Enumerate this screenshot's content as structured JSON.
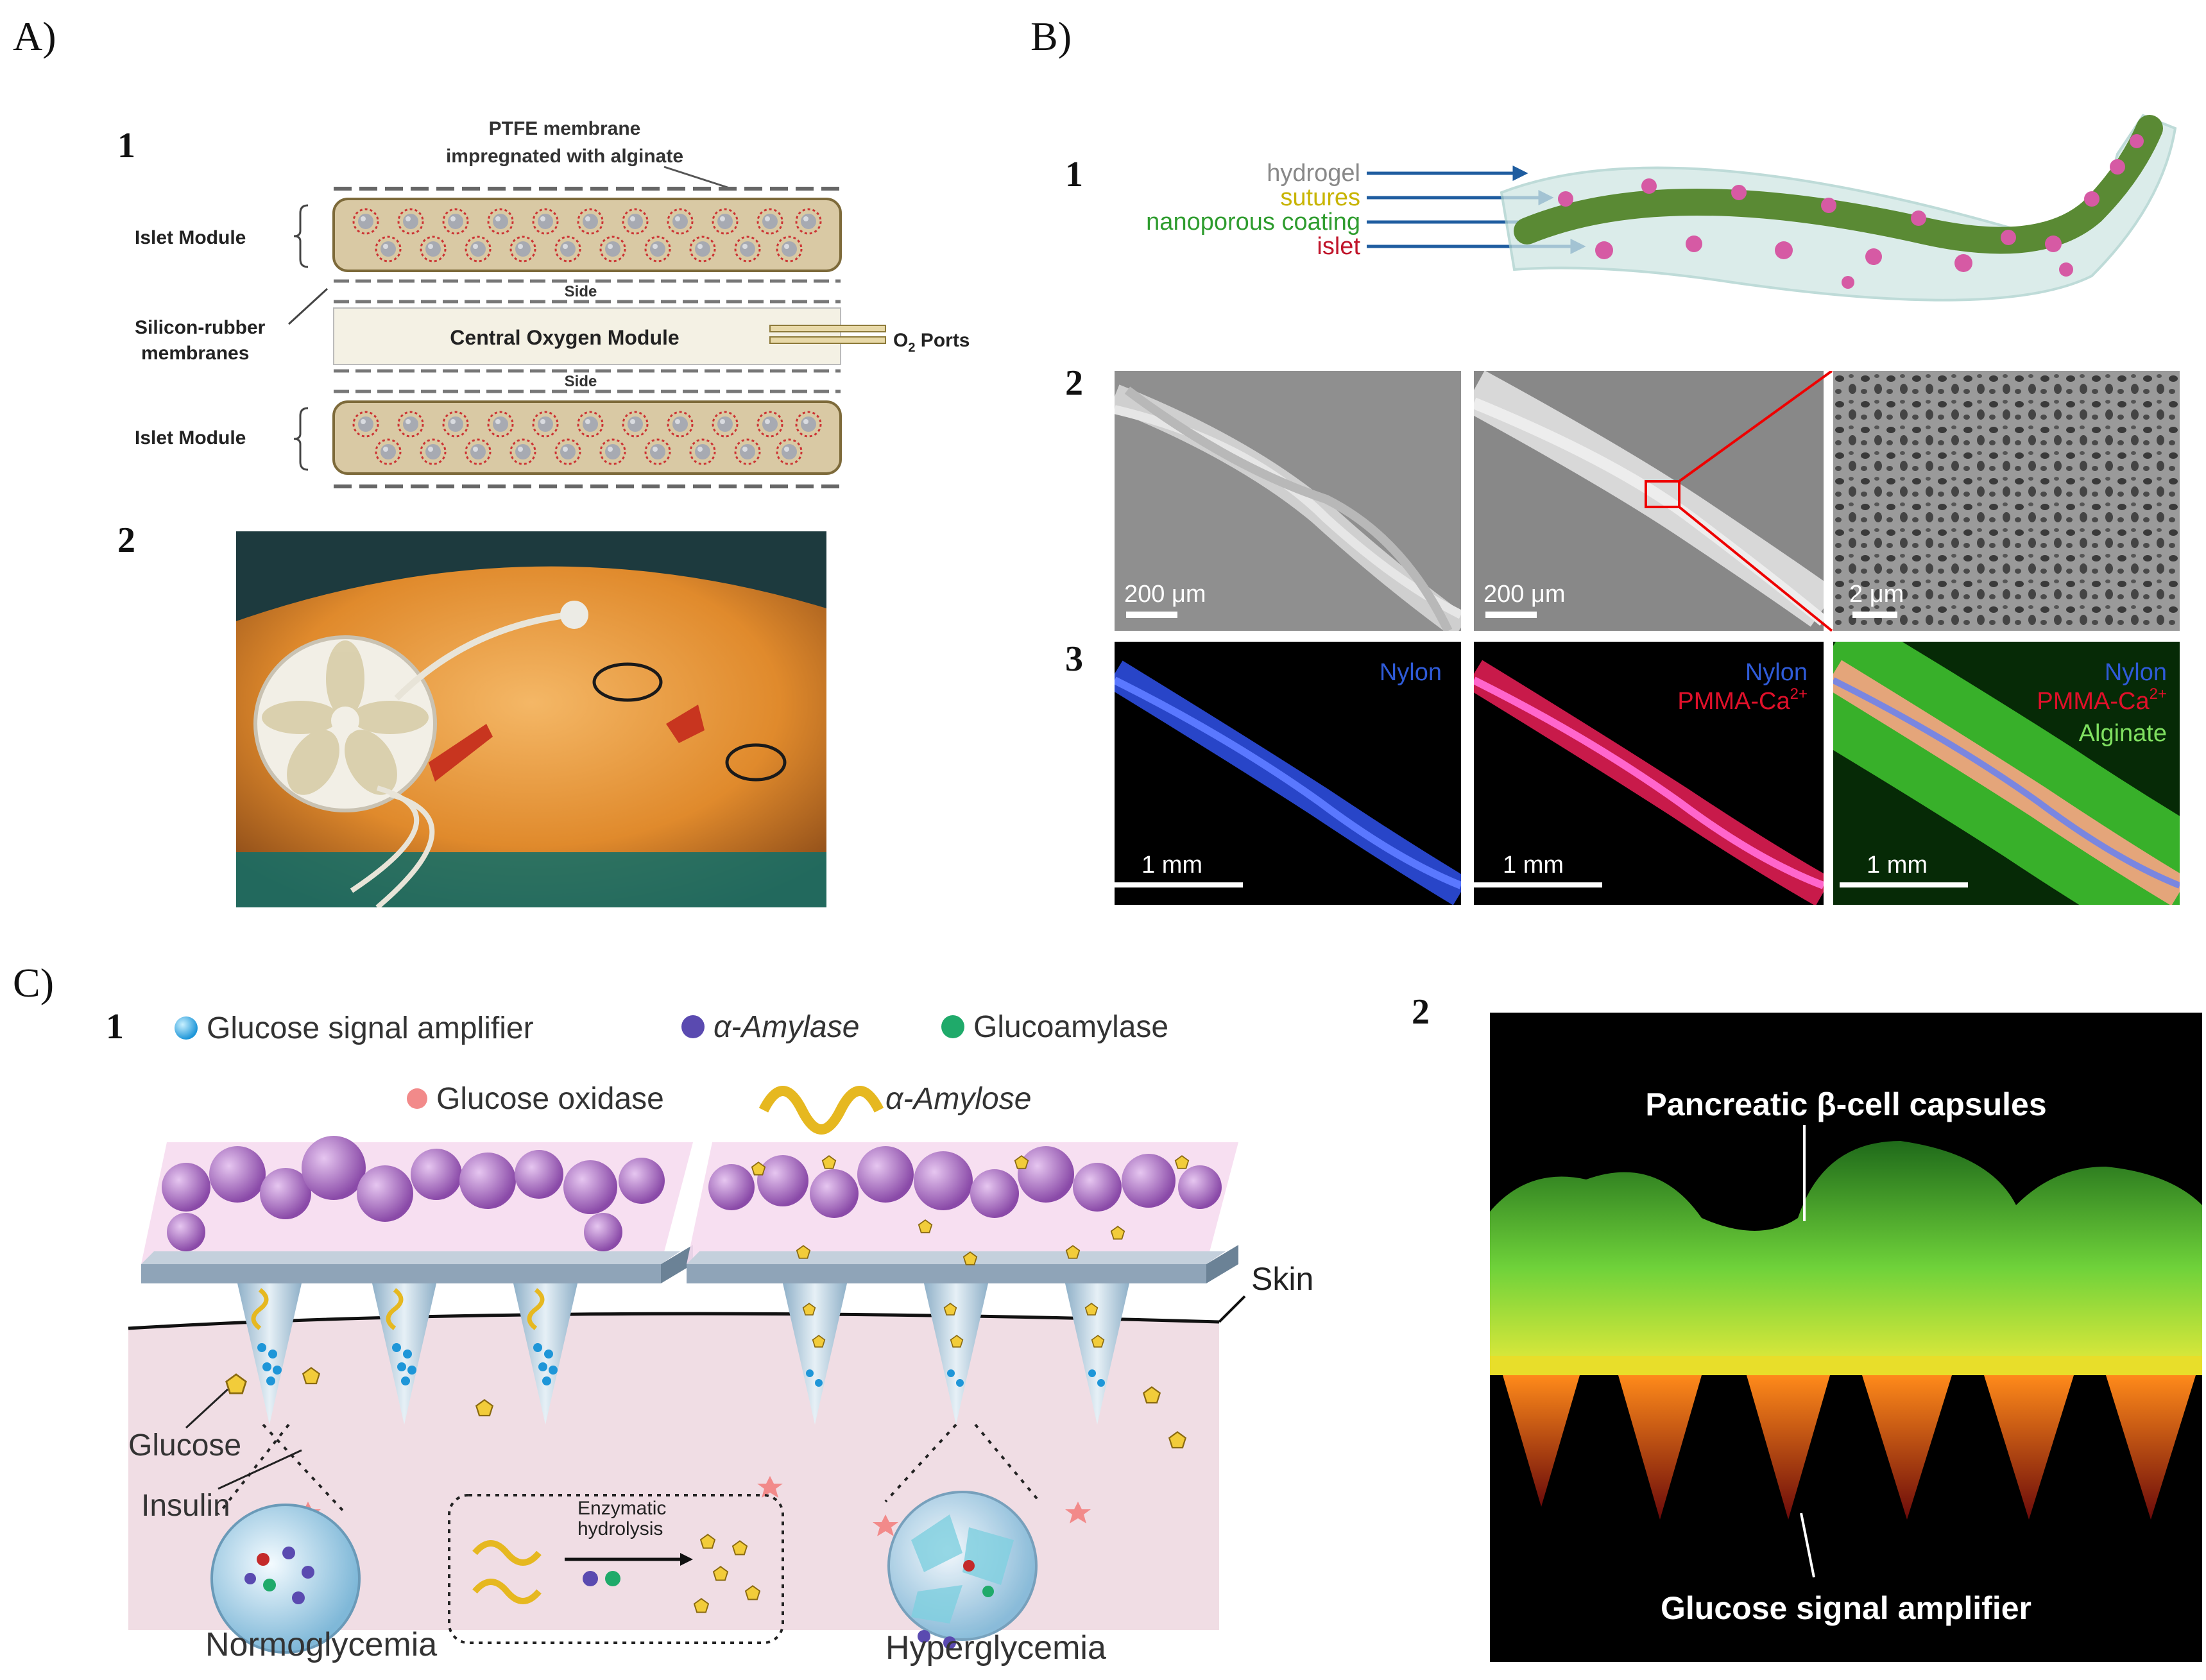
{
  "panels": {
    "a": {
      "letter": "A)",
      "sub1": "1",
      "sub2": "2",
      "ptfe_line1": "PTFE membrane",
      "ptfe_line2": "impregnated with alginate",
      "islet_module_top": "Islet Module",
      "islet_module_bottom": "Islet Module",
      "silicon_line1": "Silicon-rubber",
      "silicon_line2": "membranes",
      "side_top": "Side",
      "side_bottom": "Side",
      "central_module": "Central Oxygen Module",
      "o2_prefix": "O",
      "o2_sub": "2",
      "o2_suffix": " Ports"
    },
    "b": {
      "letter": "B)",
      "sub1": "1",
      "sub2": "2",
      "sub3": "3",
      "legend": {
        "hydrogel": "hydrogel",
        "sutures": "sutures",
        "coating": "nanoporous coating",
        "islet": "islet"
      },
      "colors": {
        "hydrogel": "#888888",
        "sutures": "#c8b400",
        "coating": "#2e9c2e",
        "islet": "#c0142a"
      },
      "sem_scales": [
        "200 μm",
        "200 μm",
        "2 μm"
      ],
      "fluor": {
        "img1": {
          "line1": "Nylon",
          "scale": "1 mm"
        },
        "img2": {
          "line1": "Nylon",
          "line2": "PMMA-Ca",
          "sup": "2+",
          "scale": "1 mm"
        },
        "img3": {
          "line1": "Nylon",
          "line2": "PMMA-Ca",
          "sup": "2+",
          "line3": "Alginate",
          "scale": "1 mm"
        }
      }
    },
    "c": {
      "letter": "C)",
      "sub1": "1",
      "sub2": "2",
      "legend": {
        "amplifier": "Glucose signal amplifier",
        "amylase": "α-Amylase",
        "glucoamylase": "Glucoamylase",
        "oxidase": "Glucose oxidase",
        "amylose": "α-Amylose"
      },
      "skin": "Skin",
      "glucose": "Glucose",
      "insulin": "Insulin",
      "enzymatic_line1": "Enzymatic",
      "enzymatic_line2": "hydrolysis",
      "normo": "Normoglycemia",
      "hyper": "Hyperglycemia",
      "photo_label_top": "Pancreatic β-cell capsules",
      "photo_label_bottom": "Glucose signal amplifier"
    }
  }
}
